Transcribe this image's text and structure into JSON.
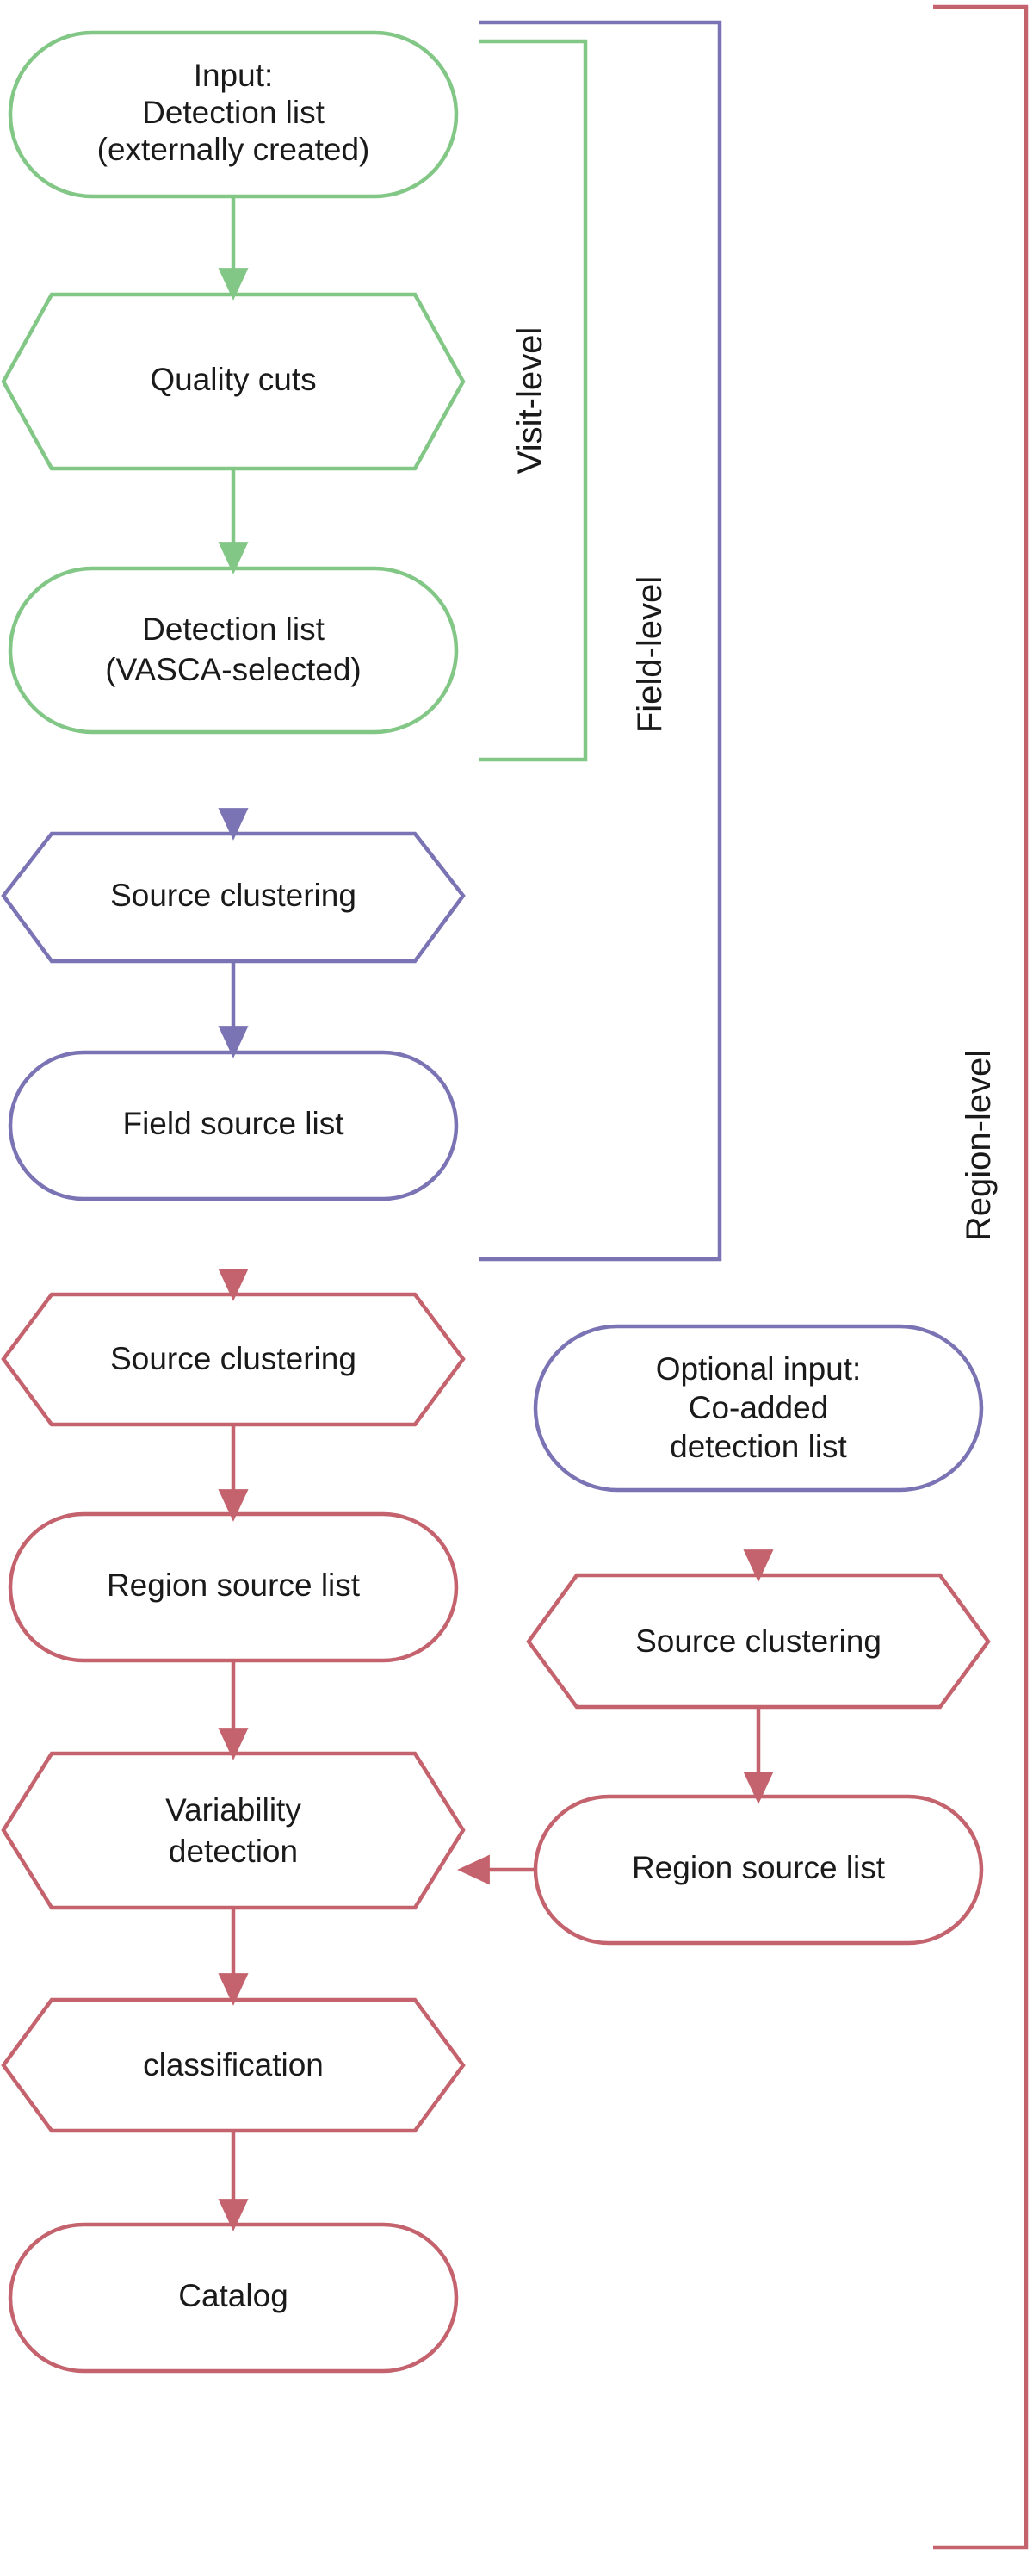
{
  "diagram": {
    "title": "VASCA pipeline flowchart",
    "colors": {
      "green": "#82c786",
      "purple": "#6b61ad",
      "red": "#c4636d",
      "text": "#1a1a1a",
      "background": "#ffffff"
    },
    "nodes": [
      {
        "id": "input-detection-list",
        "shape": "rounded",
        "color": "green",
        "lines": [
          "Input:",
          "Detection list",
          "(externally created)"
        ]
      },
      {
        "id": "quality-cuts",
        "shape": "hexagon",
        "color": "green",
        "lines": [
          "Quality cuts"
        ]
      },
      {
        "id": "detection-list-vasca",
        "shape": "rounded",
        "color": "green",
        "lines": [
          "Detection list",
          "(VASCA-selected)"
        ]
      },
      {
        "id": "source-clustering-field",
        "shape": "hexagon",
        "color": "purple",
        "lines": [
          "Source clustering"
        ]
      },
      {
        "id": "field-source-list",
        "shape": "rounded",
        "color": "purple",
        "lines": [
          "Field source list"
        ]
      },
      {
        "id": "source-clustering-region",
        "shape": "hexagon",
        "color": "red",
        "lines": [
          "Source clustering"
        ]
      },
      {
        "id": "region-source-list",
        "shape": "rounded",
        "color": "red",
        "lines": [
          "Region source list"
        ]
      },
      {
        "id": "variability-detection",
        "shape": "hexagon",
        "color": "red",
        "lines": [
          "Variability",
          "detection"
        ]
      },
      {
        "id": "classification",
        "shape": "hexagon",
        "color": "red",
        "lines": [
          "classification"
        ]
      },
      {
        "id": "catalog",
        "shape": "rounded",
        "color": "red",
        "lines": [
          "Catalog"
        ]
      },
      {
        "id": "optional-input-coadded",
        "shape": "rounded",
        "color": "purple",
        "lines": [
          "Optional input:",
          "Co-added",
          "detection list"
        ]
      },
      {
        "id": "source-clustering-coadd",
        "shape": "hexagon",
        "color": "red",
        "lines": [
          "Source clustering"
        ]
      },
      {
        "id": "region-source-list-coadd",
        "shape": "rounded",
        "color": "red",
        "lines": [
          "Region source list"
        ]
      }
    ],
    "brackets": [
      {
        "id": "visit-level",
        "label": "Visit-level",
        "color": "green"
      },
      {
        "id": "field-level",
        "label": "Field-level",
        "color": "purple"
      },
      {
        "id": "region-level",
        "label": "Region-level",
        "color": "red"
      }
    ],
    "edges": [
      {
        "from": "input-detection-list",
        "to": "quality-cuts",
        "color": "green"
      },
      {
        "from": "quality-cuts",
        "to": "detection-list-vasca",
        "color": "green"
      },
      {
        "from": "detection-list-vasca",
        "to": "source-clustering-field",
        "color": "green-purple"
      },
      {
        "from": "source-clustering-field",
        "to": "field-source-list",
        "color": "purple"
      },
      {
        "from": "field-source-list",
        "to": "source-clustering-region",
        "color": "purple-red"
      },
      {
        "from": "source-clustering-region",
        "to": "region-source-list",
        "color": "red"
      },
      {
        "from": "region-source-list",
        "to": "variability-detection",
        "color": "red"
      },
      {
        "from": "variability-detection",
        "to": "classification",
        "color": "red"
      },
      {
        "from": "classification",
        "to": "catalog",
        "color": "red"
      },
      {
        "from": "optional-input-coadded",
        "to": "source-clustering-coadd",
        "color": "purple-red"
      },
      {
        "from": "source-clustering-coadd",
        "to": "region-source-list-coadd",
        "color": "red"
      },
      {
        "from": "region-source-list-coadd",
        "to": "variability-detection",
        "color": "red"
      }
    ]
  }
}
